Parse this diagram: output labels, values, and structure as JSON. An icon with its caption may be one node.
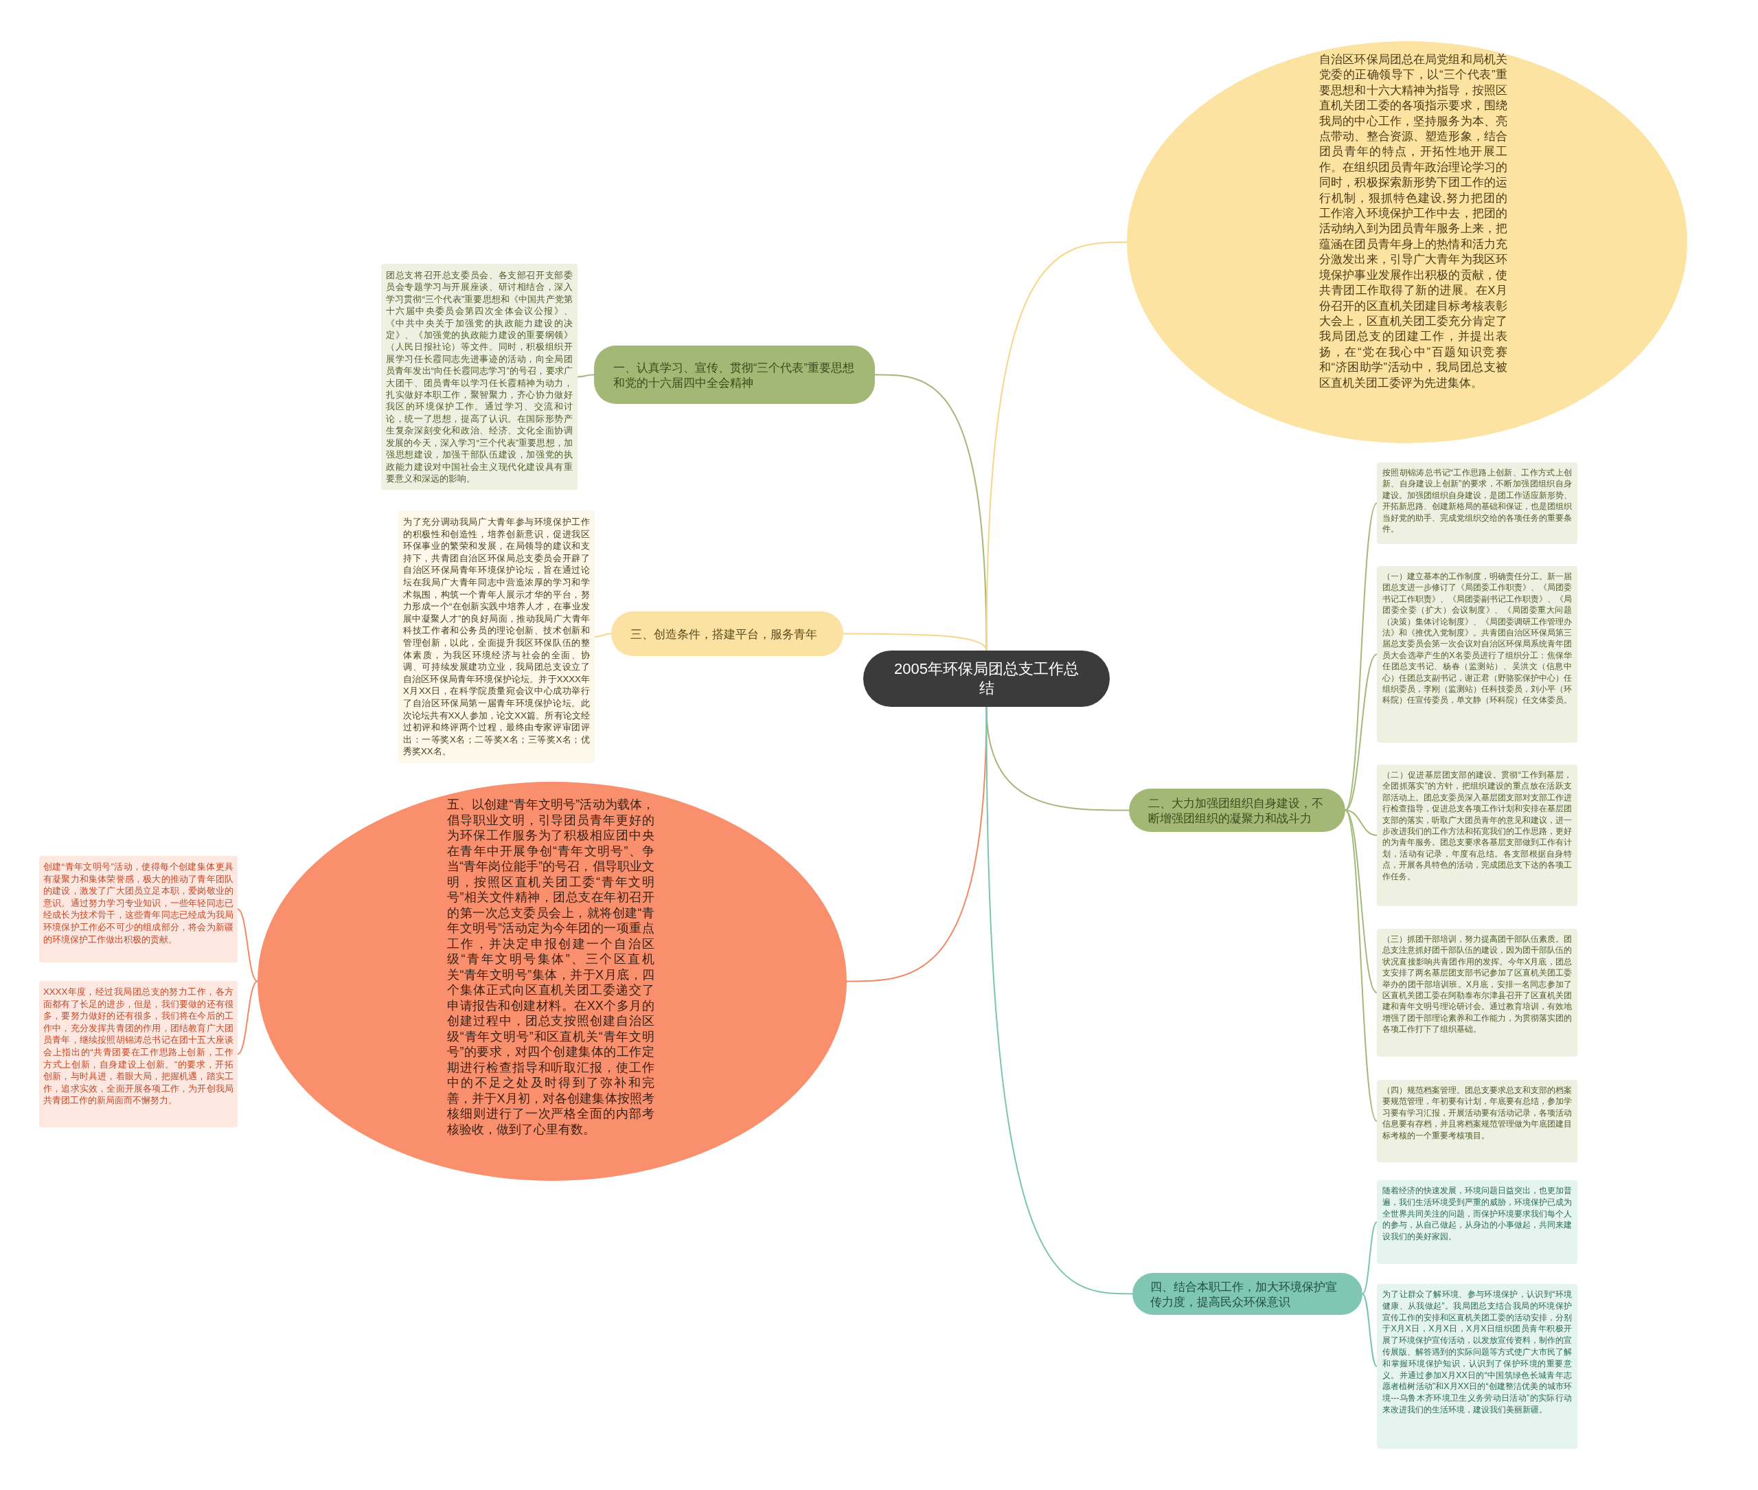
{
  "diagram": {
    "nodes": [
      {
        "text": [
          "2005年环保局团总支工作总结"
        ]
      },
      {
        "text": [
          "一、认真学习、宣传、贯彻“三个代表”重要思想和党的十六届四中全会精神"
        ]
      },
      {
        "text": [
          "团总支将召开总支委员会、各支部召开支部委员会专题学习与开展座谈、研讨相结合，深入学习贯彻“三个代表”重要思想和《中国共产党第十六届中央委员会第四次全体会议公报》、《中共中央关于加强党的执政能力建设的决定》、《加强党的执政能力建设的重要纲领》（人民日报社论）等文件。同时，积极组织开展学习任长霞同志先进事迹的活动，向全局团员青年发出“向任长霞同志学习”的号召，要求广大团干、团员青年以学习任长霞精神为动力，扎实做好本职工作，聚智聚力，齐心协力做好我区的环境保护工作。通过学习、交流和讨论，统一了思想，提高了认识。在国际形势产生复杂深刻变化和政治、经济、文化全面协调发展的今天，深入学习“三个代表”重要思想，加强思想建设，加强干部队伍建设，加强党的执政能力建设对中国社会主义现代化建设具有重要意义和深远的影响。"
        ]
      },
      {
        "text": [
          "三、创造条件，搭建平台，服务青年"
        ]
      },
      {
        "text": [
          "为了充分调动我局广大青年参与环境保护工作的积极性和创造性，培养创新意识，促进我区环保事业的繁荣和发展，在局领导的建议和支持下，共青团自治区环保局总支委员会开辟了自治区环保局青年环境保护论坛，旨在通过论坛在我局广大青年同志中营造浓厚的学习和学术氛围，构筑一个青年人展示才华的平台，努力形成一个“在创新实践中培养人才，在事业发展中凝聚人才”的良好局面，推动我局广大青年科技工作者和公务员的理论创新、技术创新和管理创新，以此，全面提升我区环保队伍的整体素质，为我区环境经济与社会的全面、协调、可持续发展建功立业，我局团总支设立了自治区环保局青年环境保护论坛。并于XXXX年X月XX日，在科学院质量宛会议中心成功举行了自治区环保局第一届青年环境保护论坛。此次论坛共有XX人参加，论文XX篇。所有论文经过初评和终评两个过程，最终由专家评审团评出：一等奖X名；二等奖X名；三等奖X名；优秀奖XX名。"
        ]
      },
      {
        "text": [
          "五、以创建“青年文明号”活动为载体，倡导职业文明，引导团员青年更好的为环保工作服务为了积极相应团中央在青年中开展争创“青年文明号”、争当“青年岗位能手”的号召，倡导职业文明，按照区直机关团工委“青年文明号”相关文件精神，团总支在年初召开的第一次总支委员会上，就将创建“青年文明号”活动定为今年团的一项重点工作，并决定申报创建一个自治区级“青年文明号集体”、三个区直机关“青年文明号”集体，并于X月底，四个集体正式向区直机关团工委递交了申请报告和创建材料。在XX个多月的创建过程中，团总支按照创建自治区级“青年文明号”和区直机关“青年文明号”的要求，对四个创建集体的工作定期进行检查指导和听取汇报，使工作中的不足之处及时得到了弥补和完善，并于X月初，对各创建集体按照考核细则进行了一次严格全面的内部考核验收，做到了心里有数。"
        ]
      },
      {
        "text": [
          "创建“青年文明号”活动，使得每个创建集体更具有凝聚力和集体荣誉感，极大的推动了青年团队的建设，激发了广大团员立足本职，爱岗敬业的意识。通过努力学习专业知识，一些年轻同志已经成长为技术骨干，这些青年同志已经成为我局环境保护工作必不可少的组成部分，将会为新疆的环境保护工作做出积极的贡献。"
        ]
      },
      {
        "text": [
          "XXXX年度，经过我局团总支的努力工作，各方面都有了长足的进步，但是，我们要做的还有很多，要努力做好的还有很多，我们将在今后的工作中，充分发挥共青团的作用，团结教育广大团员青年，继续按照胡锦涛总书记在团十五大座谈会上指出的“共青团要在工作思路上创新，工作方式上创新，自身建设上创新。”的要求，开拓创新，与时具进，着眼大局，把握机遇，踏实工作，追求实效，全面开展各项工作，为开创我局共青团工作的新局面而不懈努力。"
        ]
      },
      {
        "text": [
          "自治区环保局团总在局党组和局机关党委的正确领导下，以“三个代表”重要思想和十六大精神为指导，按照区直机关团工委的各项指示要求，围绕我局的中心工作，坚持服务为本、亮点带动、整合资源、塑造形象，结合团员青年的特点，开拓性地开展工作。在组织团员青年政治理论学习的同时，积极探索新形势下团工作的运行机制，狠抓特色建设,努力把团的工作溶入环境保护工作中去，把团的活动纳入到为团员青年服务上来，把蕴涵在团员青年身上的热情和活力充分激发出来，引导广大青年为我区环境保护事业发展作出积极的贡献，使共青团工作取得了新的进展。在X月份召开的区直机关团建目标考核表彰大会上，区直机关团工委充分肯定了我局团总支的团建工作，并提出表扬，在“党在我心中”百题知识竞赛和“济困助学”活动中，我局团总支被区直机关团工委评为先进集体。"
        ]
      },
      {
        "text": [
          "二、大力加强团组织自身建设，不断增强团组织的凝聚力和战斗力"
        ]
      },
      {
        "text": [
          "按照胡锦涛总书记“工作思路上创新、工作方式上创新、自身建设上创新”的要求，不断加强团组织自身建设。加强团组织自身建设，是团工作适应新形势、开拓新思路、创建新格局的基础和保证，也是团组织当好党的助手、完成党组织交给的各项任务的重要条件。"
        ]
      },
      {
        "text": [
          "（一）建立基本的工作制度，明确责任分工。新一届团总支进一步修订了《局团委工作职责》、《局团委书记工作职责》、《局团委副书记工作职责》、《局团委全委（扩大）会议制度》、《局团委重大问题（决策）集体讨论制度》、《局团委调研工作管理办法》和《推优入党制度》。共青团自治区环保局第三届总支委员会第一次会议对自治区环保局系统青年团员大会选举产生的X名委员进行了组织分工：焦保华任团总支书记、杨春（监测站）、吴洪文（信息中心）任团总支副书记，谢正君（野骆驼保护中心）任组织委员，李刚（监测站）任科技委员，刘小平（环科院）任宣传委员，单文静（环科院）任文体委员。"
        ]
      },
      {
        "text": [
          "（二）促进基层团支部的建设。贯彻“工作到基层，全团抓落实”的方针，把组织建设的重点放在活跃支部活动上。团总支委员深入基层团支部对支部工作进行检查指导，促进总支各项工作计划和安排在基层团支部的落实，听取广大团员青年的意见和建议，进一步改进我们的工作方法和拓宽我们的工作思路，更好的为青年服务。团总支要求各基层支部做到工作有计划，活动有记录，年度有总结。各支部根据自身特点，开展各具特色的活动，完成团总支下达的各项工作任务。"
        ]
      },
      {
        "text": [
          "（三）抓团干部培训，努力提高团干部队伍素质。团总支注意抓好团干部队伍的建设，因为团干部队伍的状况直接影响共青团作用的发挥。今年X月底，团总支安排了两名基层团支部书记参加了区直机关团工委举办的团干部培训班。X月底，安排一名同志参加了区直机关团工委在阿勒泰布尔津县召开了区直机关团建和青年文明号理论研讨会。通过教育培训，有效地增强了团干部理论素养和工作能力，为贯彻落实团的各项工作打下了组织基础。"
        ]
      },
      {
        "text": [
          "（四）规范档案管理。团总支要求总支和支部的档案要规范管理，年初要有计划，年底要有总结，参加学习要有学习汇报，开展活动要有活动记录，各项活动信息要有存档，并且将档案规范管理做为年底团建目标考核的一个重要考核项目。"
        ]
      },
      {
        "text": [
          "四、结合本职工作，加大环境保护宣传力度，提高民众环保意识"
        ]
      },
      {
        "text": [
          "随着经济的快速发展，环境问题日益突出，也更加普遍，我们生活环境受到严重的威胁，环境保护已成为全世界共同关注的问题，而保护环境要求我们每个人的参与，从自己做起，从身边的小事做起，共同来建设我们的美好家园。"
        ]
      },
      {
        "text": [
          "为了让群众了解环境、参与环境保护，认识到“环境健康、从我做起”。我局团总支结合我局的环境保护宣传工作的安排和区直机关团工委的活动安排，分别于X月X日，X月X日，X月X日组织团员青年积极开展了环境保护宣传活动，以发放宣传资料，制作的宣传展版、解答遇到的实际问题等方式使广大市民了解和掌握环境保护知识，认识到了保护环境的重要意义。并通过参加X月XX日的“中国筑绿色长城青年志愿者植树活动”和X月XX日的“创建整洁优美的城市环境---乌鲁木齐环境卫生义务劳动日活动”的实际行动来改进我们的生活环境，建设我们美丽新疆。"
        ]
      }
    ],
    "edges": [
      {
        "from": 0,
        "to": 1,
        "arrow": "none",
        "color": "#a5b878"
      },
      {
        "from": 1,
        "to": 2,
        "arrow": "none",
        "color": "#a5b878"
      },
      {
        "from": 0,
        "to": 3,
        "arrow": "none",
        "color": "#f5d68a"
      },
      {
        "from": 3,
        "to": 4,
        "arrow": "none",
        "color": "#f5d68a"
      },
      {
        "from": 0,
        "to": 5,
        "arrow": "none",
        "color": "#f08a64"
      },
      {
        "from": 5,
        "to": 6,
        "arrow": "none",
        "color": "#f08a64"
      },
      {
        "from": 5,
        "to": 7,
        "arrow": "none",
        "color": "#f08a64"
      },
      {
        "from": 0,
        "to": 8,
        "arrow": "none",
        "color": "#f5d68a"
      },
      {
        "from": 0,
        "to": 9,
        "arrow": "none",
        "color": "#a5b878"
      },
      {
        "from": 9,
        "to": 10,
        "arrow": "none",
        "color": "#a5b878"
      },
      {
        "from": 9,
        "to": 11,
        "arrow": "none",
        "color": "#a5b878"
      },
      {
        "from": 9,
        "to": 12,
        "arrow": "none",
        "color": "#a5b878"
      },
      {
        "from": 9,
        "to": 13,
        "arrow": "none",
        "color": "#a5b878"
      },
      {
        "from": 9,
        "to": 14,
        "arrow": "none",
        "color": "#a5b878"
      },
      {
        "from": 0,
        "to": 15,
        "arrow": "none",
        "color": "#7cc4b0"
      },
      {
        "from": 15,
        "to": 16,
        "arrow": "none",
        "color": "#7cc4b0"
      },
      {
        "from": 15,
        "to": 17,
        "arrow": "none",
        "color": "#7cc4b0"
      }
    ]
  }
}
